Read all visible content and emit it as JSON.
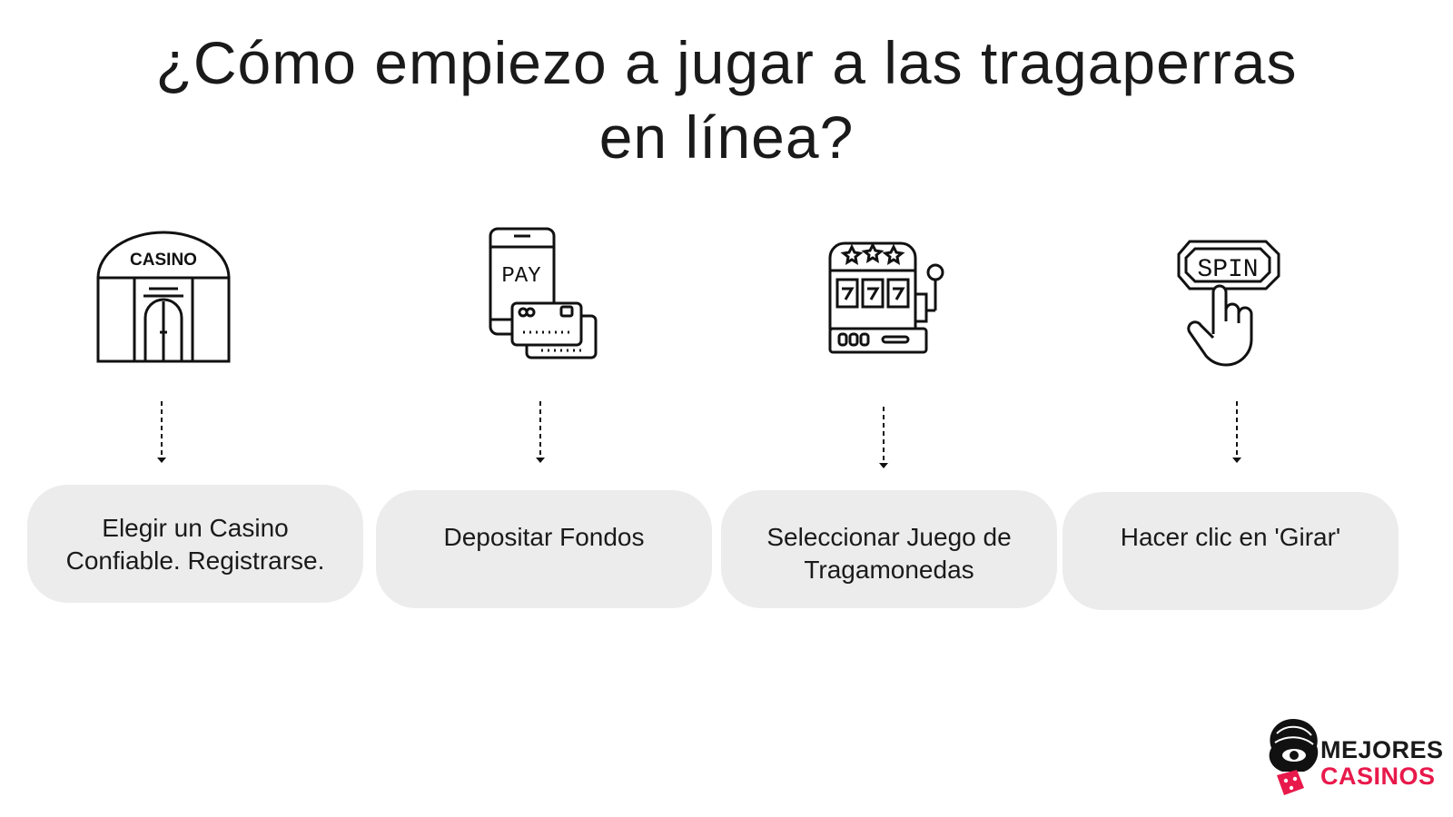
{
  "title": {
    "line1": "¿Cómo empiezo a jugar a las tragaperras",
    "line2": "en línea?"
  },
  "steps": [
    {
      "icon": "casino-building-icon",
      "icon_text": "CASINO",
      "line1": "Elegir un Casino",
      "line2": "Confiable. Registrarse."
    },
    {
      "icon": "phone-pay-icon",
      "icon_text": "PAY",
      "line1": "Depositar Fondos",
      "line2": ""
    },
    {
      "icon": "slot-machine-icon",
      "icon_text": "",
      "line1": "Seleccionar Juego de",
      "line2": "Tragamonedas"
    },
    {
      "icon": "spin-button-hand-icon",
      "icon_text": "SPIN",
      "line1": "Hacer clic en 'Girar'",
      "line2": ""
    }
  ],
  "logo": {
    "line1": "MEJORES",
    "line2": "CASINOS"
  },
  "colors": {
    "box_background": "#ececec",
    "text": "#1a1a1a",
    "logo_accent": "#e8194b"
  }
}
